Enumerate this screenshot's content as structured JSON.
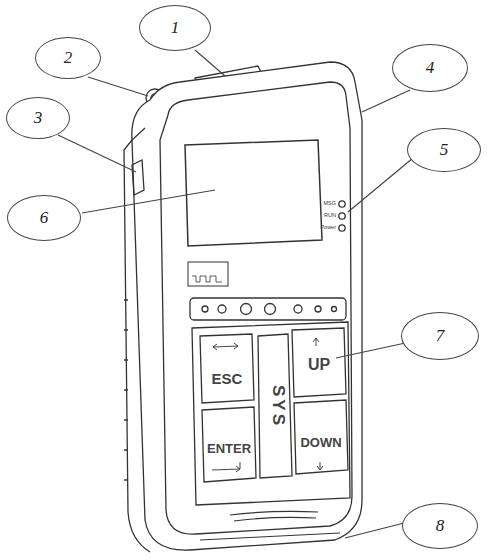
{
  "diagram": {
    "nodes": [
      {
        "text": [
          "1"
        ]
      },
      {
        "text": [
          "2"
        ]
      },
      {
        "text": [
          "3"
        ]
      },
      {
        "text": [
          "4"
        ]
      },
      {
        "text": [
          "5"
        ]
      },
      {
        "text": [
          "6"
        ]
      },
      {
        "text": [
          "7"
        ]
      },
      {
        "text": [
          "8"
        ]
      }
    ],
    "labels": [
      "MSG",
      "RUN",
      "Power",
      "ESC",
      "UP",
      "ENTER",
      "DOWN",
      "SYS"
    ]
  }
}
